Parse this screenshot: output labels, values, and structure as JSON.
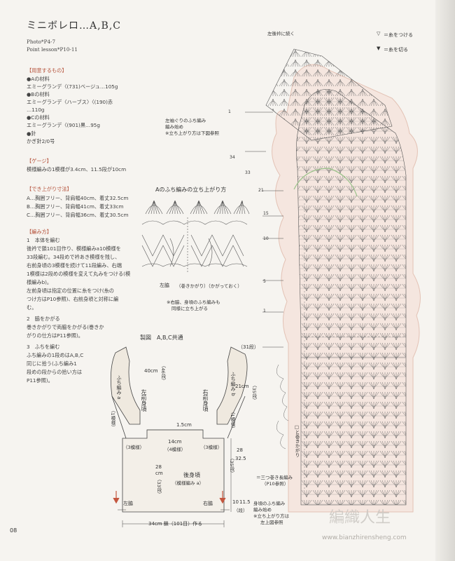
{
  "header": {
    "title": "ミニボレロ…A,B,C",
    "photo": "Photo*P4-7",
    "lesson": "Point lesson*P10-11"
  },
  "materials": {
    "heading": "【用意するもの】",
    "a_label": "●Aの材料",
    "a_text": "エミーグランデ〈(731)ベージュ…105g",
    "b_label": "●Bの材料",
    "b_text1": "エミーグランデ〈ハーブス〉〈(190)赤",
    "b_text2": "…110g",
    "c_label": "●Cの材料",
    "c_text": "エミーグランデ〈(901)黒…95g",
    "needle_label": "●針",
    "needle_text": "かぎ針2/0号"
  },
  "gauge": {
    "heading": "【ゲージ】",
    "text": "模様編みの1模様が3.4cm、11.5段が10cm"
  },
  "size": {
    "heading": "【でき上がり寸法】",
    "a": "A…胸囲フリー、背肩幅40cm、着丈32.5cm",
    "b": "B…胸囲フリー、背肩幅41cm、着丈33cm",
    "c": "C…胸囲フリー、背肩幅36cm、着丈30.5cm"
  },
  "method": {
    "heading": "【編み方】",
    "step1_title": "1　本体を編む",
    "step1_l1": "後衿で鎖101目作り、模様編みa10模様を",
    "step1_l2": "33段編む。34段めで衿あき模様を残し、",
    "step1_l3": "右前身頃の3模様を続けて11段編み、右端",
    "step1_l4": "1模様は2段めの模様を変えて丸みをつける(模",
    "step1_l5": "様編みb)。",
    "step1_l6": "左前身頃は指定の位置に糸をつけ(糸の",
    "step1_l7": "つけ方はP10参照)、右前身頃と対称に編",
    "step1_l8": "む。",
    "step2_title": "2　脇をかがる",
    "step2_l1": "巻きかがりで両脇をかがる(巻きか",
    "step2_l2": "がりの仕方はP11参照)。",
    "step3_title": "3　ふちを編む",
    "step3_l1": "ふち編みの1段めはA,B,C",
    "step3_l2": "同じに拾う(ふち編み1",
    "step3_l3": "段めの段からの拾い方は",
    "step3_l4": "P11参照)。"
  },
  "edge_chart": {
    "title": "Aのふち編みの立ち上がり方",
    "side_label": "左脇",
    "wrap_label": "（巻きかがり）（かがっておく）",
    "note1": "※右脇、身頃のふち編みも",
    "note2": "同様に立ち上がる"
  },
  "schematic": {
    "title": "製図　A,B,C共通",
    "left_front": "左前身頃",
    "right_front": "右前身頃",
    "back": "後身頃",
    "back_sub": "（模様編み a）",
    "edge_a": "ふち編み a",
    "edge_b": "ふち編み b",
    "width_40": "40cm",
    "rows_46": "（46段）",
    "rows_31": "（31段）",
    "width_21": "21cm",
    "rows_35": "（35段）",
    "one_pattern_l": "（1模様）",
    "one_pattern_r": "（1模様）",
    "gap": "1.5cm",
    "mid14": "14cm",
    "mid4": "（4模様）",
    "three_l": "（3模様）",
    "three_r": "（3模様）",
    "h28": "28",
    "cm": "cm",
    "rows33": "（33段）",
    "h28r": "28",
    "h325": "32.5",
    "rows_r": "（35段）",
    "side_l": "左脇",
    "side_r": "右脇",
    "bottom": "34cm 鎖（101目）作る",
    "dim_10": "10",
    "dim_115": "11.5",
    "dim_row": "（段）"
  },
  "chart_notes": {
    "legend1": "＝糸をつける",
    "legend2": "＝糸を切る",
    "top_note": "左後衿に続く",
    "edge_start1": "左袖ぐりのふち編み",
    "edge_start2": "編み始め",
    "edge_start3": "※立ち上がり方は下図参照",
    "wrap": "□と巻きかがり",
    "bottom_note1": "＝三つ巻き長編み",
    "bottom_note2": "（P10参照）",
    "body_edge1": "身頃のふち編み",
    "body_edge2": "編み始め",
    "body_edge3": "※立ち上がり方は",
    "body_edge4": "左上図参照"
  },
  "row_numbers": [
    "34",
    "33",
    "21",
    "15",
    "10",
    "5",
    "1",
    "1"
  ],
  "page_number": "08",
  "watermark": {
    "text": "編織人生",
    "url": "www.bianzhirensheng.com"
  }
}
